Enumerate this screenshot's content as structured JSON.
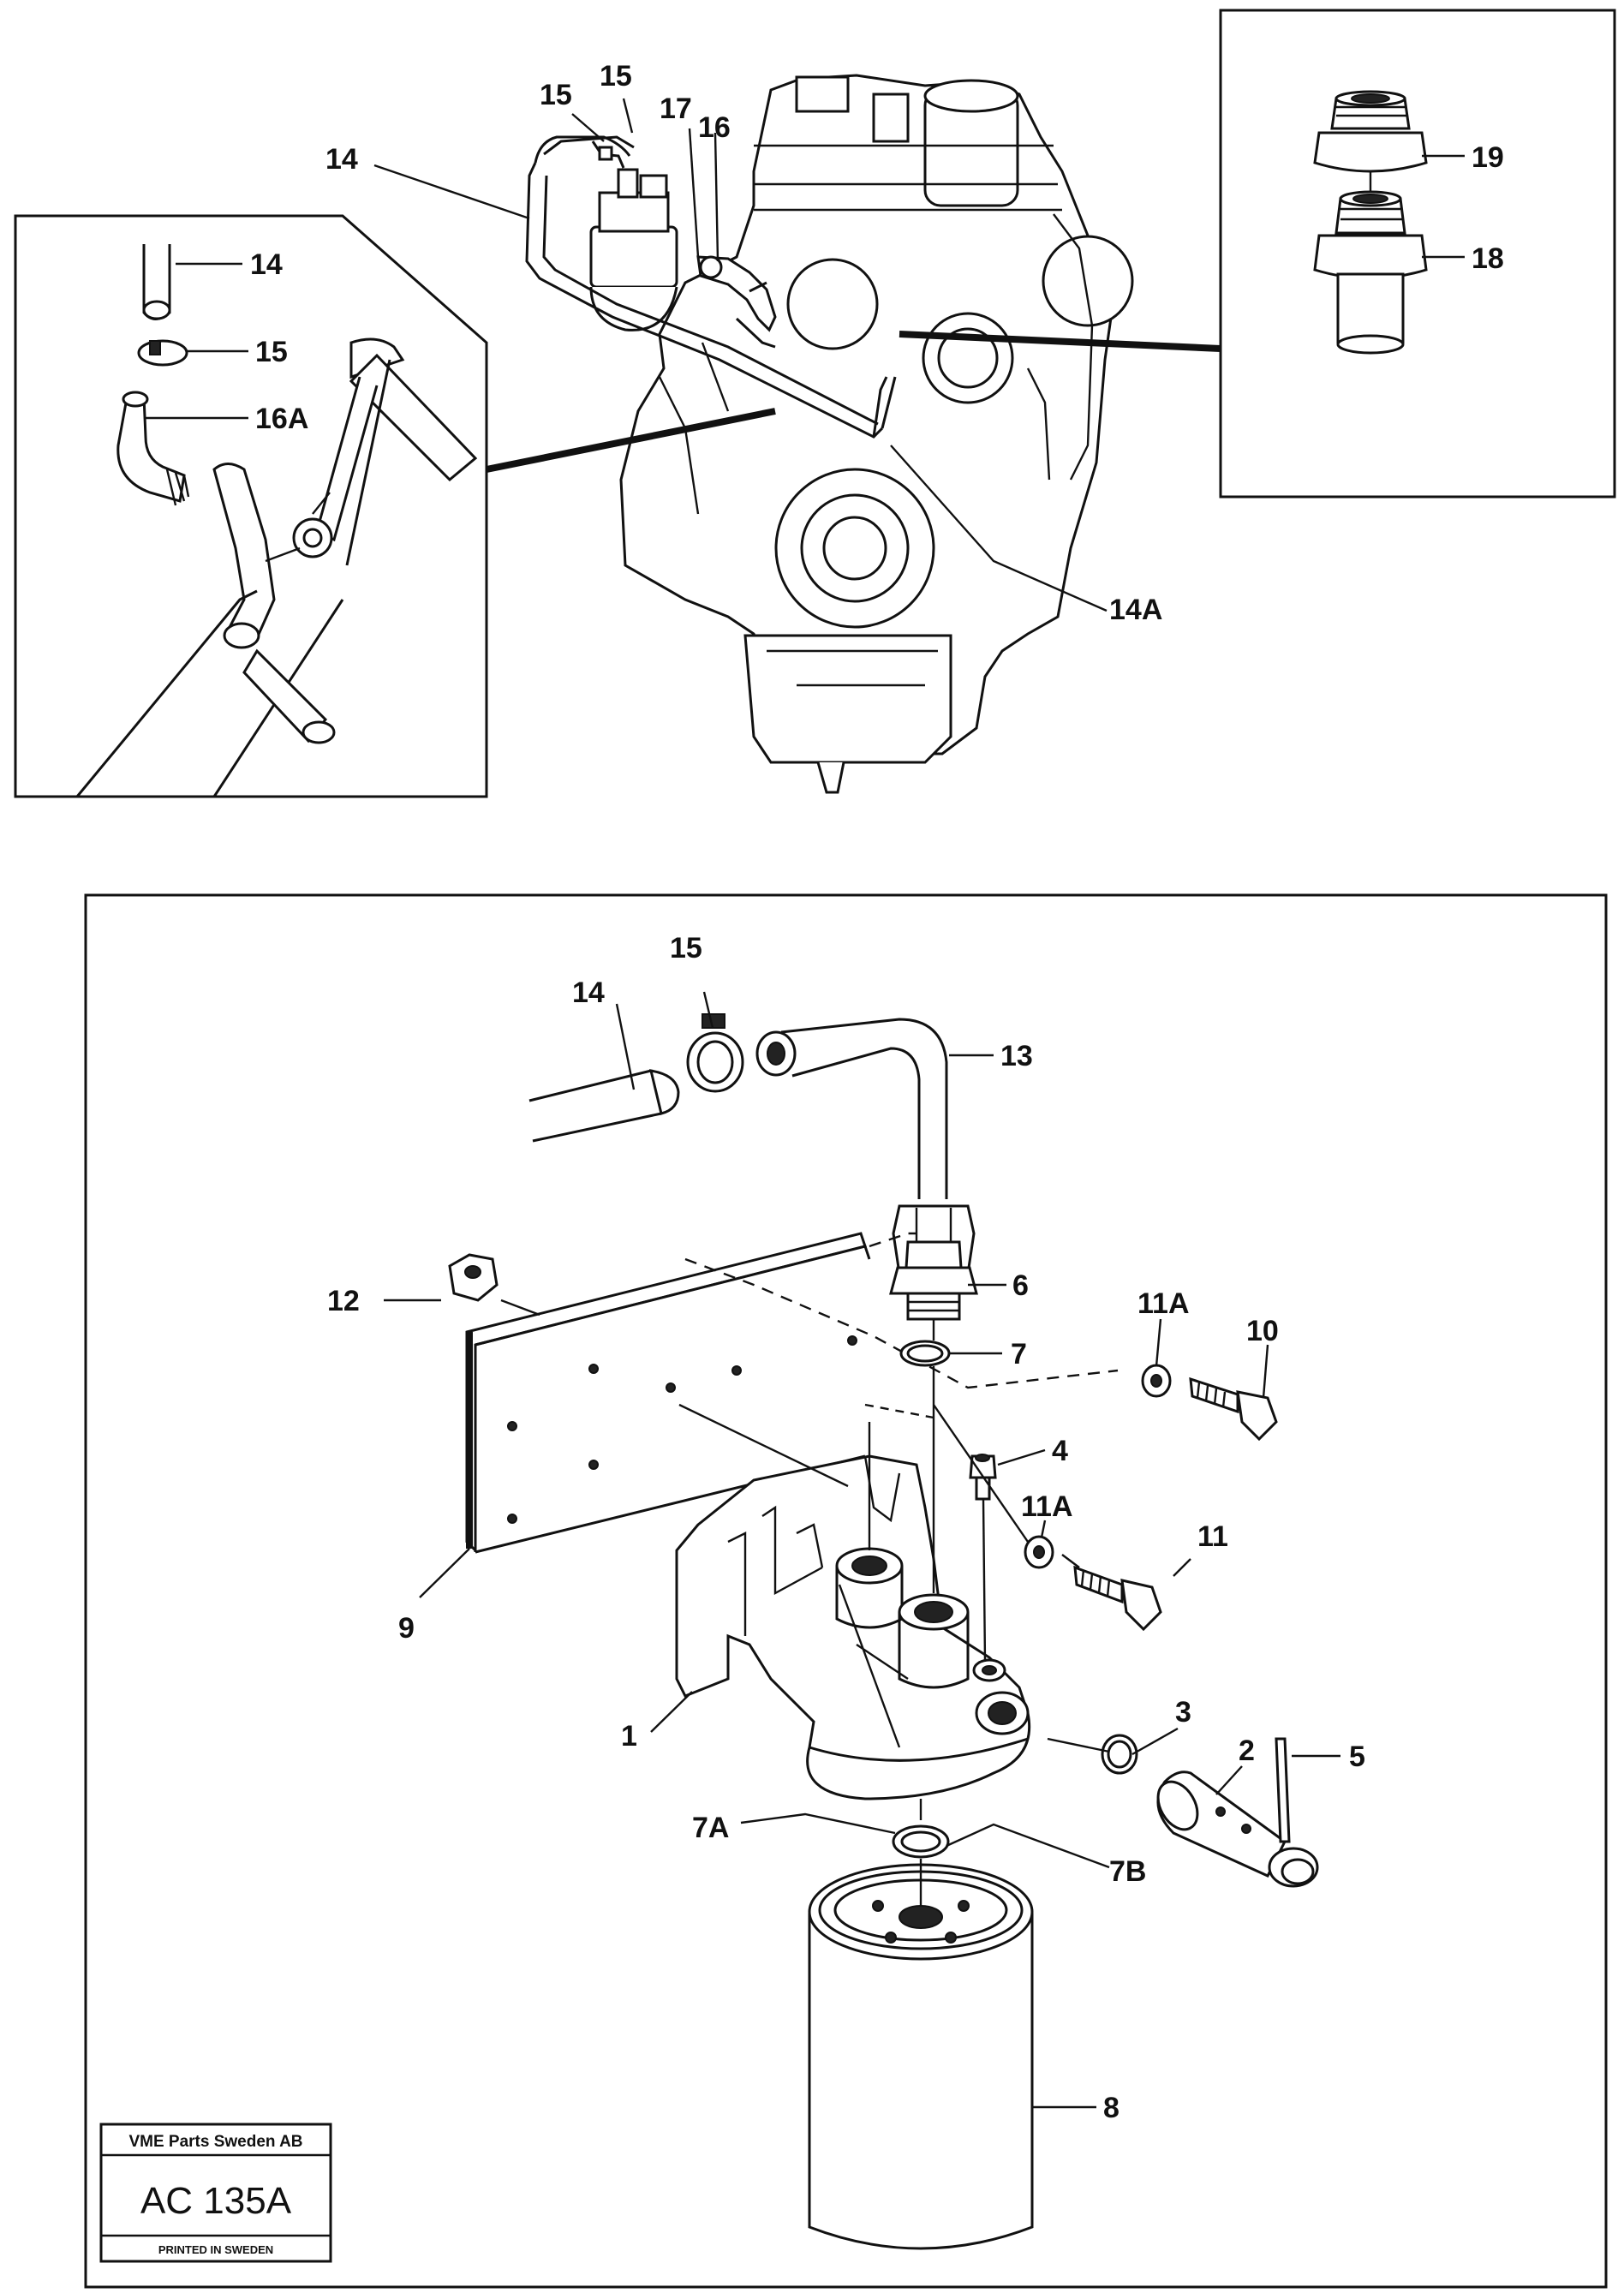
{
  "callouts": {
    "top_engine": [
      "15",
      "15",
      "17",
      "16",
      "14",
      "14A"
    ],
    "left_inset": [
      "14",
      "15",
      "16A"
    ],
    "right_inset": [
      "19",
      "18"
    ],
    "main": [
      "15",
      "14",
      "13",
      "6",
      "12",
      "11A",
      "10",
      "7",
      "4",
      "11A",
      "11",
      "9",
      "1",
      "3",
      "2",
      "5",
      "7A",
      "7B",
      "8"
    ]
  },
  "stamp": {
    "company": "VME Parts Sweden AB",
    "code": "AC 135A",
    "printed": "PRINTED IN SWEDEN"
  }
}
